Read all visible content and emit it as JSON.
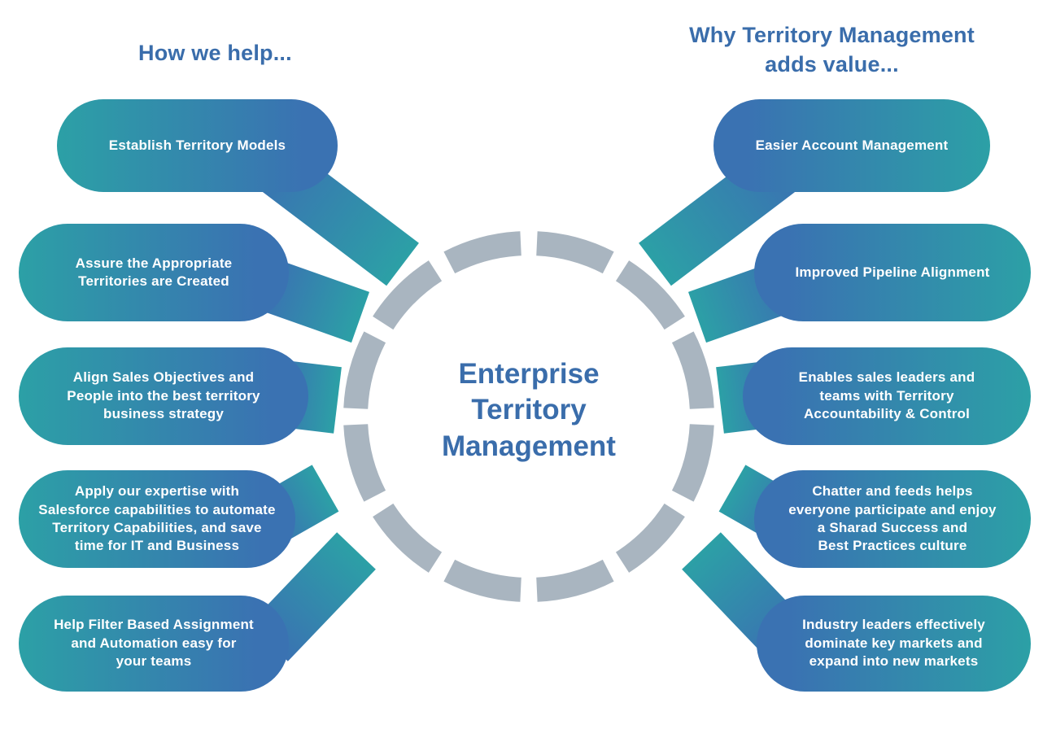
{
  "headers": {
    "left": "How we help...",
    "right": "Why Territory Management\nadds value..."
  },
  "title": {
    "center": "Enterprise\nTerritory\nManagement"
  },
  "left": {
    "items": [
      {
        "text": "Establish Territory Models"
      },
      {
        "text": "Assure the Appropriate\nTerritories are Created"
      },
      {
        "text": "Align Sales Objectives and\nPeople into the best territory\nbusiness strategy"
      },
      {
        "text": "Apply our expertise with\nSalesforce capabilities to automate\nTerritory Capabilities, and save\ntime for IT and Business"
      },
      {
        "text": "Help Filter Based Assignment\nand Automation easy for\nyour teams"
      }
    ]
  },
  "right": {
    "items": [
      {
        "text": "Easier Account Management"
      },
      {
        "text": "Improved Pipeline Alignment"
      },
      {
        "text": "Enables sales leaders and\nteams with Territory\nAccountability & Control"
      },
      {
        "text": "Chatter and feeds helps\neveryone participate and enjoy\na Sharad Success and\nBest Practices culture"
      },
      {
        "text": "Industry leaders effectively\ndominate key markets and\nexpand into new markets"
      }
    ]
  },
  "colors": {
    "teal": "#2CA0A6",
    "blue": "#3A72B2",
    "heading_blue": "#3A6DAB",
    "ring_gray": "#A9B5C0",
    "pill_text": "#FFFFFF"
  }
}
